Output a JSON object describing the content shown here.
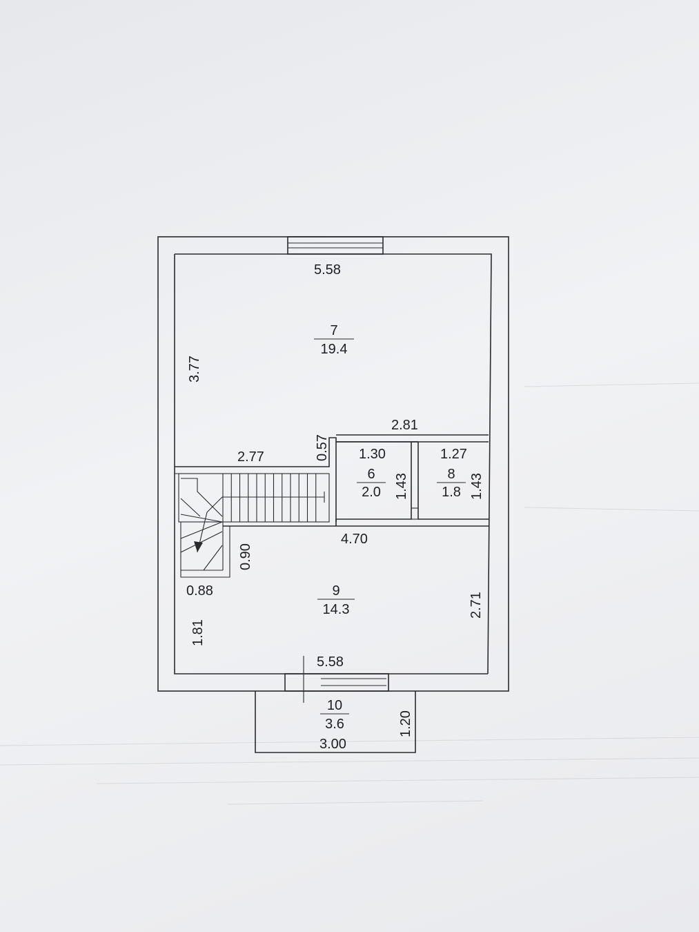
{
  "rooms": [
    {
      "number": "7",
      "area": "19.4"
    },
    {
      "number": "6",
      "area": "2.0"
    },
    {
      "number": "8",
      "area": "1.8"
    },
    {
      "number": "9",
      "area": "14.3"
    },
    {
      "number": "10",
      "area": "3.6"
    }
  ],
  "dimensions": {
    "top_width": "5.58",
    "room7_height": "3.77",
    "stair_step": "0.57",
    "stair_length": "2.77",
    "closets_width": "2.81",
    "room6_width": "1.30",
    "room6_height": "1.43",
    "room8_width": "1.27",
    "room8_height": "1.43",
    "room9_width": "4.70",
    "stair_landing_h": "0.90",
    "stair_landing_w": "0.88",
    "room9_height": "2.71",
    "room9_left_h": "1.81",
    "bottom_width": "5.58",
    "balcony_width": "3.00",
    "balcony_depth": "1.20"
  }
}
